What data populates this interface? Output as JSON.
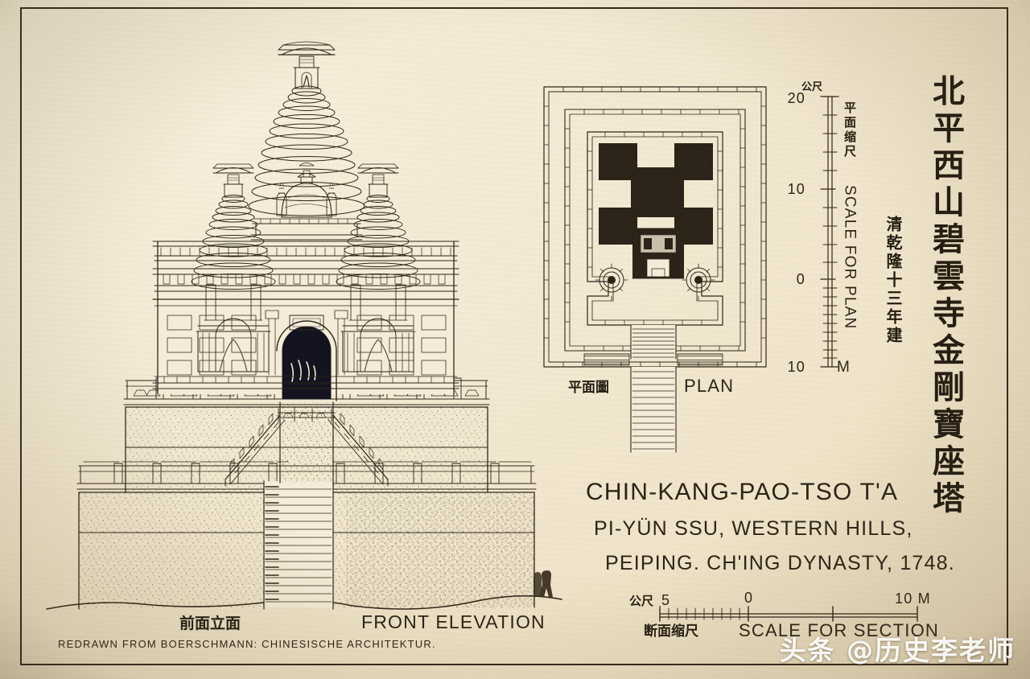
{
  "sheet": {
    "paper_color": "#f3ead4",
    "ink_color": "#2a2218",
    "border_color": "#32291c"
  },
  "title_block": {
    "line1": "CHIN-KANG-PAO-TSO T'A",
    "line2": "PI-YÜN SSU, WESTERN HILLS,",
    "line3": "PEIPING.    CH'ING DYNASTY, 1748."
  },
  "vertical_title": {
    "main": "北平西山碧雲寺金剛寶座塔",
    "secondary": "清乾隆十三年建"
  },
  "drawings": {
    "elevation": {
      "label_cjk": "前面立面",
      "label_en": "FRONT ELEVATION"
    },
    "plan": {
      "label_cjk": "平面圖",
      "label_en": "PLAN"
    }
  },
  "credit": "REDRAWN FROM BOERSCHMANN: CHINESISCHE ARCHITEKTUR.",
  "scale_plan": {
    "title_en": "SCALE FOR PLAN",
    "title_cjk": "平面缩尺",
    "unit_cjk": "公尺",
    "unit_en": "M",
    "ticks": [
      "20",
      "10",
      "0",
      "10"
    ]
  },
  "scale_section": {
    "title_en": "SCALE FOR SECTION",
    "title_cjk": "断面缩尺",
    "unit_cjk": "公尺",
    "ticks": [
      "5",
      "0",
      "10 M"
    ]
  },
  "watermark": "头条 @历史李老师"
}
